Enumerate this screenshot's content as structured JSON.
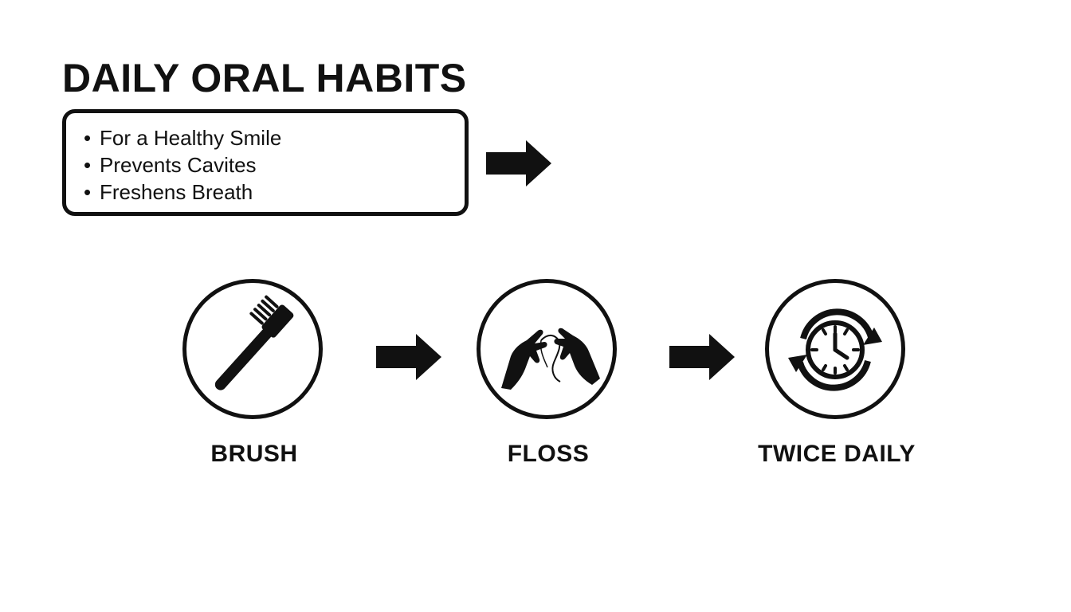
{
  "title": "DAILY ORAL HABITS",
  "benefits": [
    "For a Healthy Smile",
    "Prevents Cavites",
    "Freshens Breath"
  ],
  "steps": [
    {
      "label": "BRUSH",
      "icon": "toothbrush-icon"
    },
    {
      "label": "FLOSS",
      "icon": "floss-hands-icon"
    },
    {
      "label": "TWICE DAILY",
      "icon": "clock-cycle-icon"
    }
  ],
  "colors": {
    "ink": "#111111",
    "background": "#ffffff"
  }
}
